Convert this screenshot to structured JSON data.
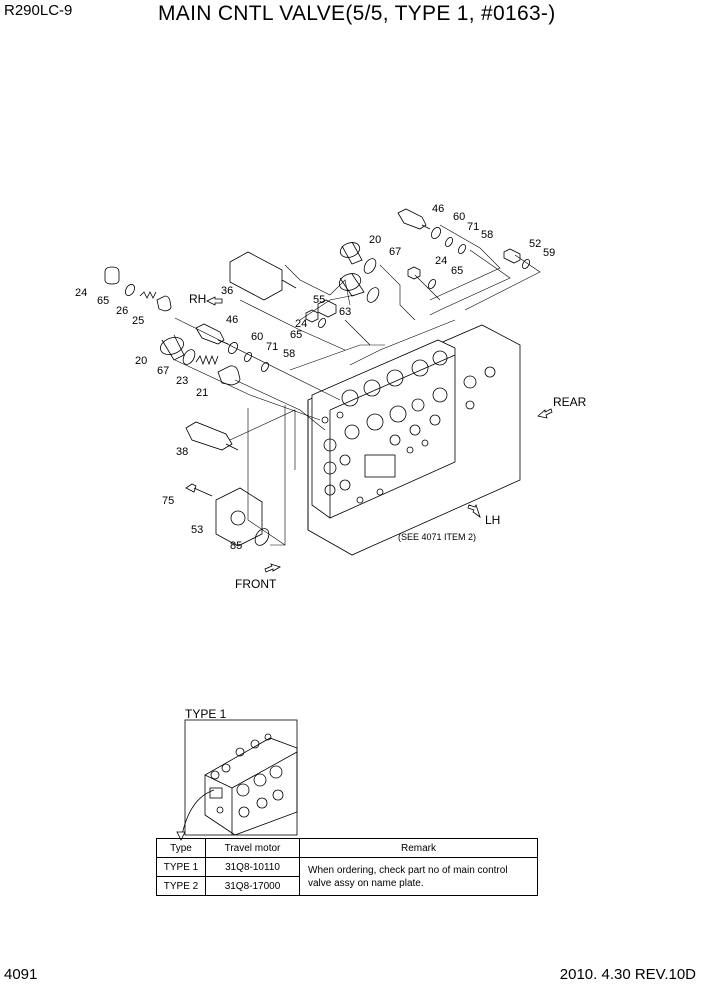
{
  "header": {
    "model": "R290LC-9",
    "title": "MAIN CNTL VALVE(5/5, TYPE 1, #0163-)"
  },
  "footer": {
    "page": "4091",
    "revision": "2010. 4.30  REV.10D"
  },
  "callouts": [
    "24",
    "65",
    "26",
    "25",
    "20",
    "67",
    "23",
    "21",
    "46",
    "60",
    "71",
    "58",
    "38",
    "75",
    "53",
    "85",
    "36",
    "55",
    "24",
    "65",
    "63",
    "20",
    "67",
    "24",
    "65",
    "46",
    "60",
    "71",
    "58",
    "52",
    "59"
  ],
  "directions": {
    "rh": "RH",
    "rear": "REAR",
    "lh": "LH",
    "front": "FRONT"
  },
  "see_note": "(SEE 4071 ITEM 2)",
  "inset": {
    "label": "TYPE 1"
  },
  "table": {
    "headers": [
      "Type",
      "Travel motor",
      "Remark"
    ],
    "rows": [
      {
        "type": "TYPE 1",
        "motor": "31Q8-10110"
      },
      {
        "type": "TYPE 2",
        "motor": "31Q8-17000"
      }
    ],
    "remark": "When ordering, check part no of main control valve assy on name plate."
  }
}
